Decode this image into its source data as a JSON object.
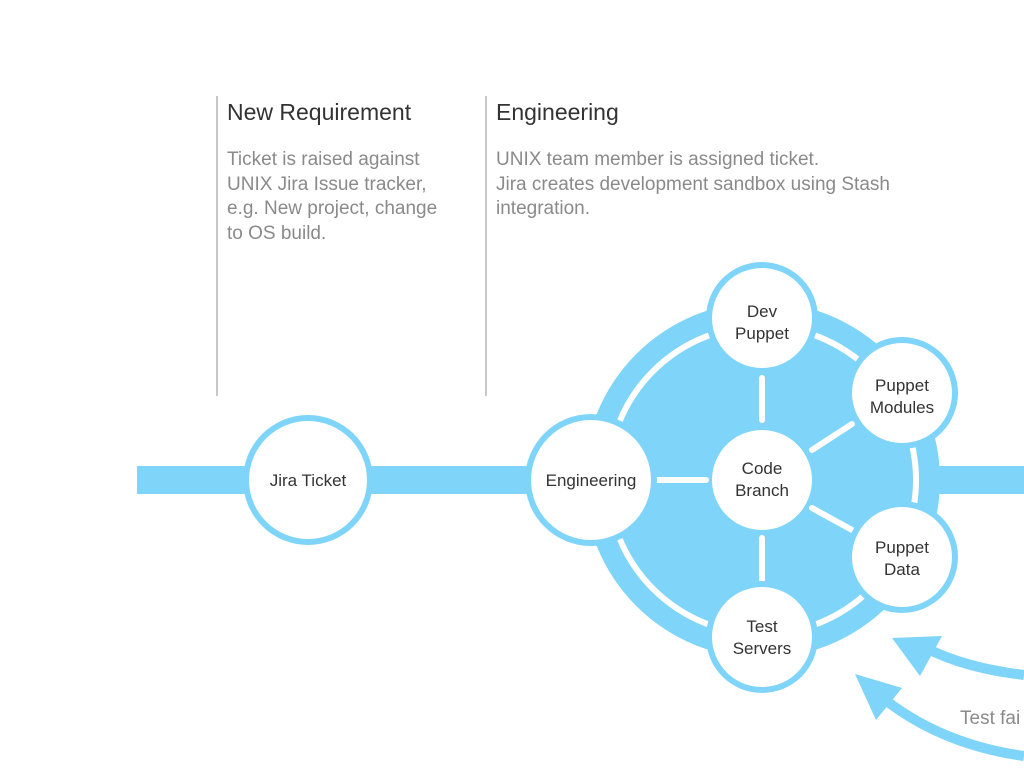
{
  "sections": {
    "new_requirement": {
      "title": "New Requirement",
      "lines": [
        "Ticket is raised against",
        "UNIX Jira Issue tracker,",
        "e.g. New project, change",
        "to OS build."
      ]
    },
    "engineering": {
      "title": "Engineering",
      "lines": [
        "UNIX team member is assigned ticket.",
        "Jira creates development sandbox using Stash",
        "integration."
      ]
    }
  },
  "nodes": {
    "jira_ticket": [
      "Jira Ticket"
    ],
    "engineering": [
      "Engineering"
    ],
    "code_branch": [
      "Code",
      "Branch"
    ],
    "dev_puppet": [
      "Dev",
      "Puppet"
    ],
    "puppet_modules": [
      "Puppet",
      "Modules"
    ],
    "puppet_data": [
      "Puppet",
      "Data"
    ],
    "test_servers": [
      "Test",
      "Servers"
    ]
  },
  "annotation": "Test fai",
  "colors": {
    "accent": "#7fd4f9",
    "divider": "#c8c8c8",
    "title_text": "#333333",
    "body_text": "#8a8a8a"
  }
}
